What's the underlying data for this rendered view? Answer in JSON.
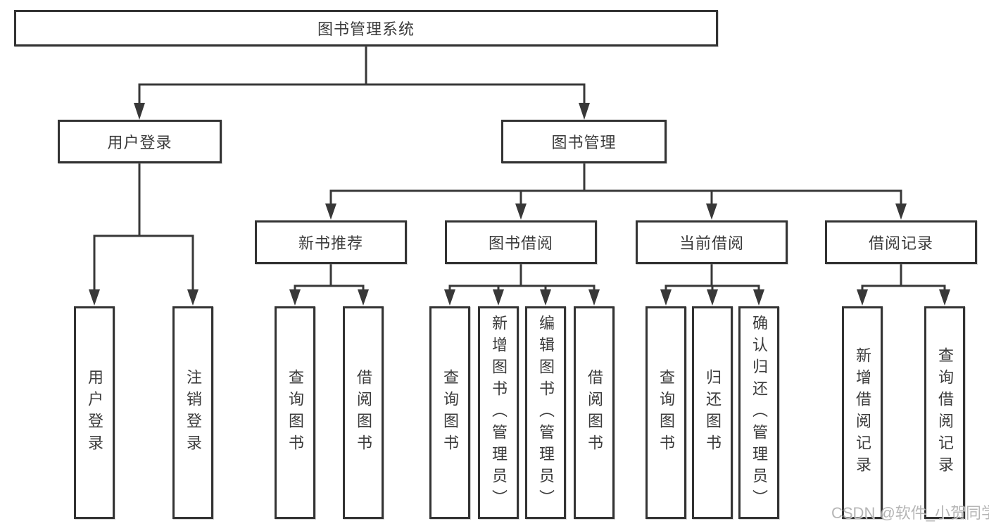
{
  "tree": {
    "root": {
      "label": "图书管理系统",
      "children": [
        {
          "label": "用户登录",
          "children": [
            {
              "label": "用户登录"
            },
            {
              "label": "注销登录"
            }
          ]
        },
        {
          "label": "图书管理",
          "children": [
            {
              "label": "新书推荐",
              "children": [
                {
                  "label": "查询图书"
                },
                {
                  "label": "借阅图书"
                }
              ]
            },
            {
              "label": "图书借阅",
              "children": [
                {
                  "label": "查询图书"
                },
                {
                  "label": "新增图书（管理员）"
                },
                {
                  "label": "编辑图书（管理员）"
                },
                {
                  "label": "借阅图书"
                }
              ]
            },
            {
              "label": "当前借阅",
              "children": [
                {
                  "label": "查询图书"
                },
                {
                  "label": "归还图书"
                },
                {
                  "label": "确认归还（管理员）"
                }
              ]
            },
            {
              "label": "借阅记录",
              "children": [
                {
                  "label": "新增借阅记录"
                },
                {
                  "label": "查询借阅记录"
                }
              ]
            }
          ]
        }
      ]
    }
  },
  "watermark": {
    "text": "CSDN @软件_小贺同学"
  },
  "colors": {
    "line": "#383838",
    "box_border": "#333333",
    "text": "#3b3b3b",
    "watermark": "#a8a8a8",
    "background": "#ffffff"
  }
}
